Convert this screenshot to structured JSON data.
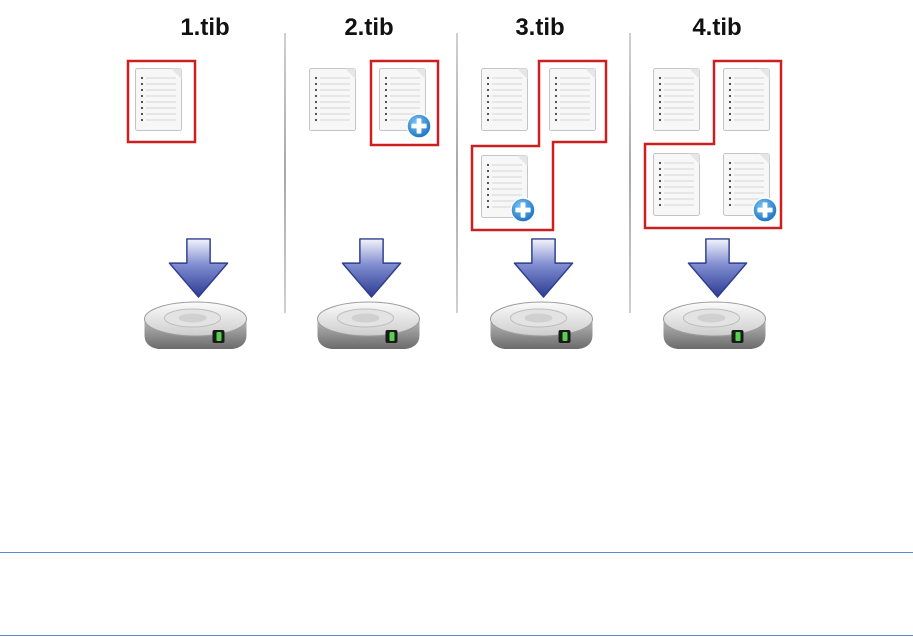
{
  "columns": [
    {
      "title": "1.tib"
    },
    {
      "title": "2.tib"
    },
    {
      "title": "3.tib"
    },
    {
      "title": "4.tib"
    }
  ],
  "colors": {
    "highlight_border": "#cc2020",
    "arrow_fill": "#3c4fa5",
    "plus_badge": "#2f8ed6",
    "separator": "#b0b0b0",
    "rule": "#5b8ec7"
  },
  "icons": {
    "document": "document-icon",
    "added_marker": "plus-badge-icon",
    "transfer": "down-arrow-icon",
    "storage": "hard-drive-icon"
  }
}
